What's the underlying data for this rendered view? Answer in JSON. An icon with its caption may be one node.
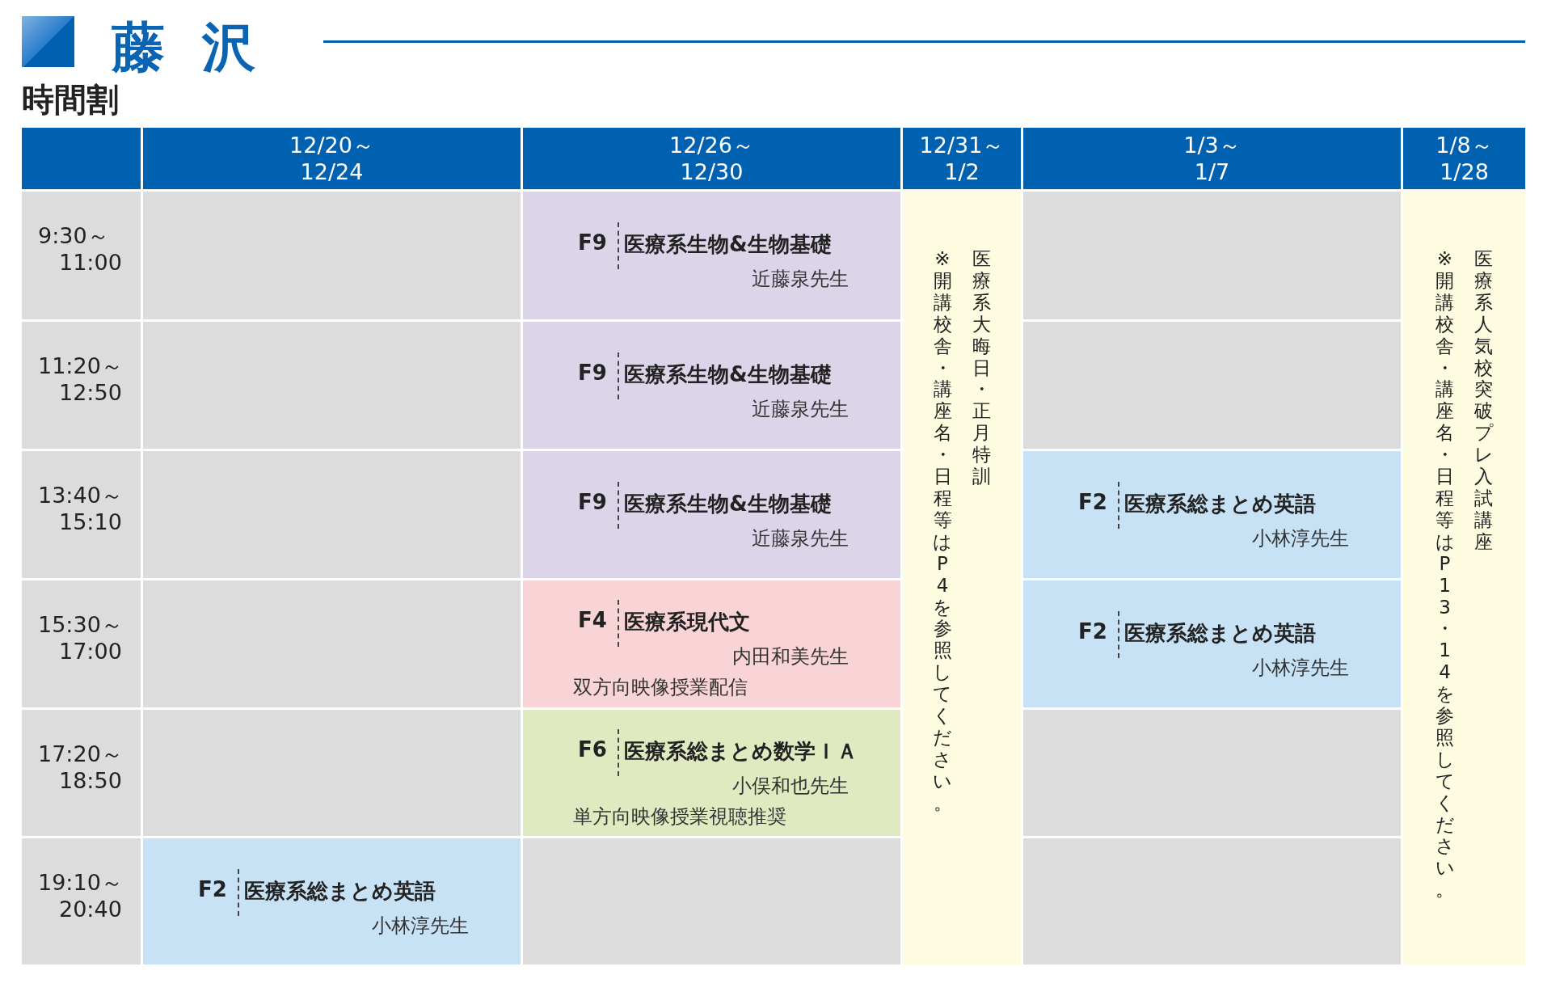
{
  "diagram": {
    "title": "藤沢",
    "nodes": [
      {
        "text": [
          "F9",
          "医療系生物&生物基礎",
          "近藤泉先生"
        ]
      },
      {
        "text": [
          "※開講校舎・講座名・日程等はP4を参照してください。",
          "医療系大晦日・正月特訓"
        ]
      },
      {
        "text": [
          "※開講校舎・講座名・日程等はP13・14を参照してください。",
          "医療系人気校突破プレ入試講座"
        ]
      },
      {
        "text": [
          "F9",
          "医療系生物&生物基礎",
          "近藤泉先生"
        ]
      },
      {
        "text": [
          "F9",
          "医療系生物&生物基礎",
          "近藤泉先生"
        ]
      },
      {
        "text": [
          "F2",
          "医療系総まとめ英語",
          "小林淳先生"
        ]
      },
      {
        "text": [
          "F4",
          "医療系現代文",
          "内田和美先生",
          "双方向映像授業配信"
        ]
      },
      {
        "text": [
          "F2",
          "医療系総まとめ英語",
          "小林淳先生"
        ]
      },
      {
        "text": [
          "F6",
          "医療系総まとめ数学ＩＡ",
          "小俣和也先生",
          "単方向映像授業視聴推奨"
        ]
      },
      {
        "text": [
          "F2",
          "医療系総まとめ英語",
          "小林淳先生"
        ]
      }
    ],
    "labels": [
      "時間割",
      "12/20～ 12/24",
      "12/26～ 12/30",
      "12/31～ 1/2",
      "1/3～ 1/7",
      "1/8～ 1/28",
      "9:30～ 11:00",
      "11:20～ 12:50",
      "13:40～ 15:10",
      "15:30～ 17:00",
      "17:20～ 18:50",
      "19:10～ 20:40"
    ]
  }
}
